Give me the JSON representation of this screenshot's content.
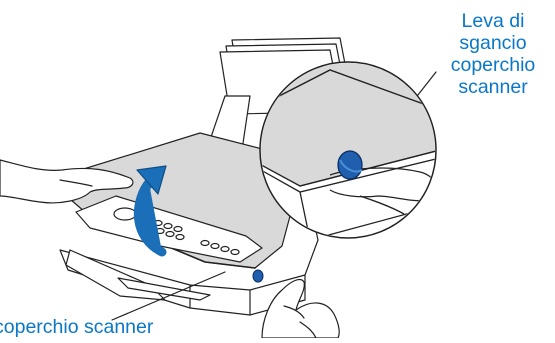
{
  "callouts": {
    "release_lever": [
      "Leva di",
      "sgancio",
      "coperchio",
      "scanner"
    ],
    "cover": "coperchio scanner"
  },
  "colors": {
    "callout_text": "#0a78c8",
    "arrow_blue": "#1a6fb8",
    "lever_blue": "#1f5fae",
    "line": "#222222",
    "paper_gray": "#d9d9d9"
  }
}
